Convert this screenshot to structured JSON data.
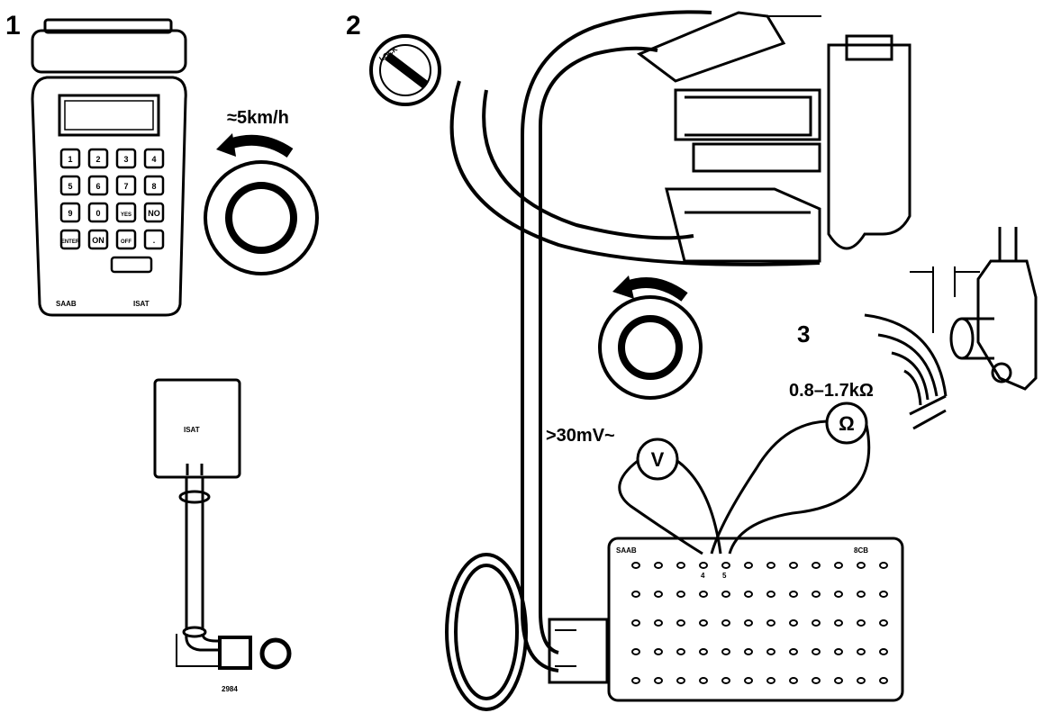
{
  "steps": {
    "one": "1",
    "two": "2",
    "three": "3"
  },
  "tester": {
    "brand": "SAAB",
    "model": "ISAT",
    "keys": [
      "1",
      "2",
      "3",
      "4",
      "5",
      "6",
      "7",
      "8",
      "9",
      "0",
      "YES",
      "NO",
      "ENTER",
      "ON",
      "OFF",
      "."
    ]
  },
  "labels": {
    "speed": "≈5km/h",
    "voltage_threshold": ">30mV~",
    "resistance_range": "0.8–1.7kΩ",
    "voltmeter_symbol": "V",
    "ohmmeter_symbol": "Ω",
    "lock_label": "LOCK"
  },
  "control_unit_box": {
    "label": "ISAT",
    "code": "2984"
  },
  "breakout_box": {
    "brand": "SAAB",
    "code": "8CB",
    "pin_a": "4",
    "pin_b": "5"
  }
}
